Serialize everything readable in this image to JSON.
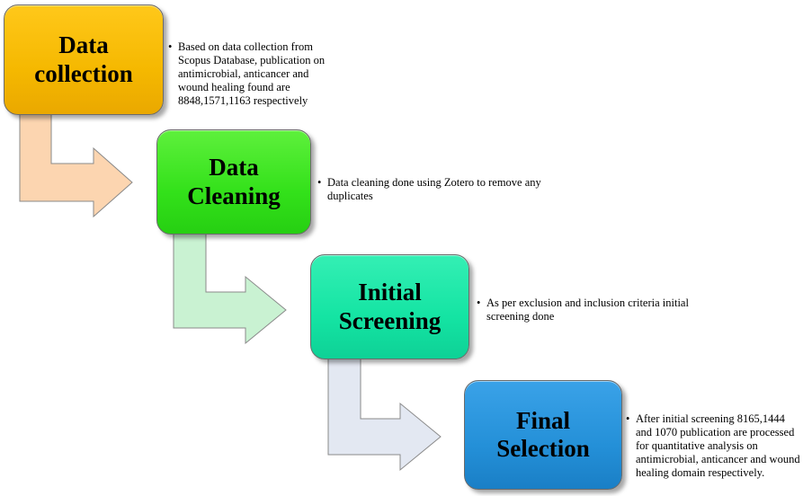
{
  "steps": [
    {
      "title": "Data\ncollection",
      "note": "Based on data collection from Scopus Database, publication on antimicrobial, anticancer and wound healing found are 8848,1571,1163 respectively",
      "color": "#f5b800"
    },
    {
      "title": "Data\nCleaning",
      "note": "Data cleaning done using Zotero to remove any duplicates",
      "color": "#33e11a"
    },
    {
      "title": "Initial\nScreening",
      "note": "As per exclusion and inclusion criteria initial screening done",
      "color": "#14e4a3"
    },
    {
      "title": "Final\nSelection",
      "note": "After initial screening 8165,1444 and 1070 publication are processed for quantitative analysis on antimicrobial, anticancer and wound healing domain respectively.",
      "color": "#2490d8"
    }
  ],
  "arrow_colors": [
    "#fcd5b0",
    "#c9f2d2",
    "#e3e8f2"
  ]
}
